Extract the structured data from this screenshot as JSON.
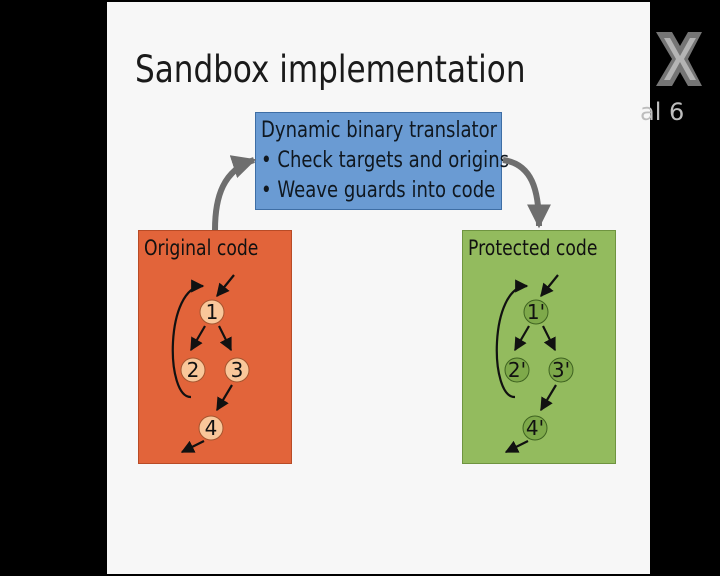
{
  "slide": {
    "title": "Sandbox implementation"
  },
  "translator": {
    "title": "Dynamic binary translator",
    "bullets": [
      "• Check targets and origins",
      "• Weave guards into code"
    ]
  },
  "original": {
    "label": "Original code",
    "nodes": [
      "1",
      "2",
      "3",
      "4"
    ]
  },
  "protected": {
    "label": "Protected code",
    "nodes": [
      "1'",
      "2'",
      "3'",
      "4'"
    ]
  },
  "watermark": {
    "text": "al 6"
  },
  "colors": {
    "translator": "#6a9bd3",
    "original": "#e2643a",
    "protected": "#93bb5e",
    "original_node": "#f9c79a",
    "protected_node": "#7ea94a",
    "connector": "#6e6e6e"
  }
}
